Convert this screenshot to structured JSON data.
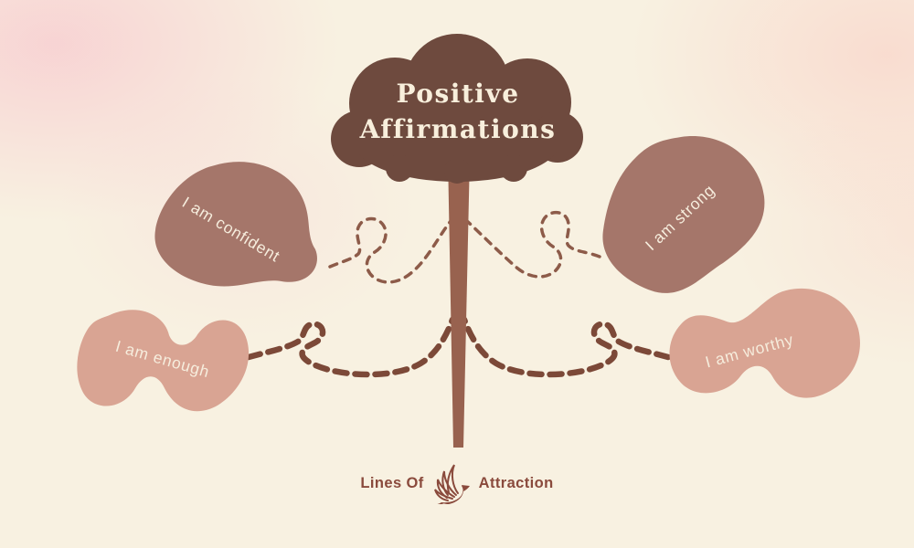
{
  "title": {
    "line1": "Positive",
    "line2": "Affirmations"
  },
  "affirmations": [
    {
      "id": "confident",
      "label": "I am confident"
    },
    {
      "id": "strong",
      "label": "I am strong"
    },
    {
      "id": "enough",
      "label": "I am enough"
    },
    {
      "id": "worthy",
      "label": "I am worthy"
    }
  ],
  "footer": {
    "brand_first": "Lines Of",
    "brand_second": "Attraction",
    "icon": "phoenix-bird-icon"
  },
  "colors": {
    "background": "#f8f1e1",
    "corner_glow_pink": "#f7c7ce",
    "cloud": "#6e4a3e",
    "trunk": "#98624f",
    "blob_upper": "#a5766a",
    "blob_lower": "#d9a493",
    "dash_thin": "#8d5b49",
    "dash_thick": "#7c4938",
    "title_text": "#f8efdc",
    "blob_text": "#f6eddd",
    "logo_text": "#8a4a3c"
  }
}
